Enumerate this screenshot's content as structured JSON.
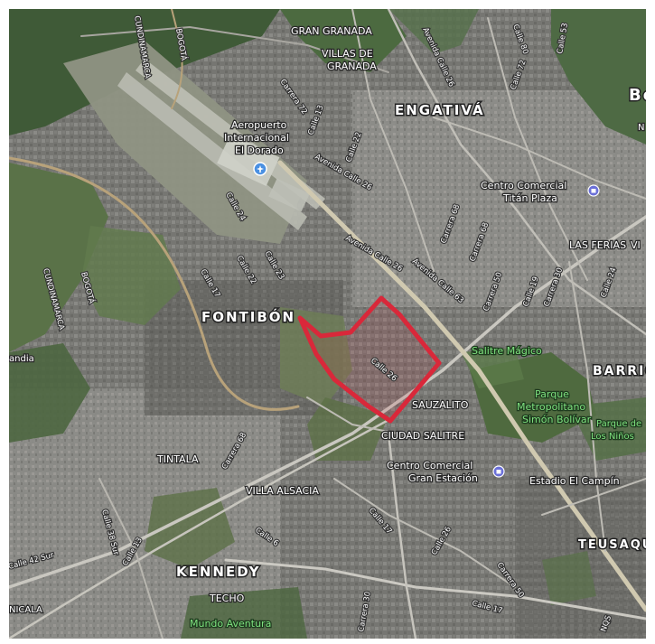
{
  "map": {
    "districts": [
      "ENGATIVÁ",
      "FONTIBÓN",
      "KENNEDY",
      "BARRIOS",
      "TEUSAQU",
      "Bo"
    ],
    "neighborhoods": [
      "GRAN GRANADA",
      "VILLAS DE",
      "GRANADA",
      "LAS FERIAS",
      "VI",
      "SAUZALITO",
      "CIUDAD SALITRE",
      "TINTALA",
      "VILLA ALSACIA",
      "TECHO",
      "NICALA",
      "N",
      "andia"
    ],
    "places": {
      "airport": [
        "Aeropuerto",
        "Internacional",
        "El Dorado"
      ],
      "titan": [
        "Centro Comercial",
        "Titán Plaza"
      ],
      "salitre_magico": "Salitre Mágico",
      "simon_bolivar": [
        "Parque",
        "Metropolitano",
        "Simón Bolívar"
      ],
      "parque_nino": [
        "Parque de",
        "Los Niños"
      ],
      "gran_estacion": [
        "Centro Comercial",
        "Gran Estación"
      ],
      "estadio": "Estadio El Campín",
      "mundo_aventura": "Mundo Aventura"
    },
    "roads": [
      "CUNDINAMARCA",
      "BOGOTÁ",
      "CUNDINAMARCA",
      "BOGOTÁ",
      "Avenida Calle 26",
      "Avenida Calle 26",
      "Calle 24",
      "Calle 22",
      "Calle 17",
      "Calle 23",
      "Calle 13",
      "Avenida Calle 63",
      "Carrera 68",
      "Carrera 50",
      "Carrera 68",
      "Calle 19",
      "Calle 22",
      "Calle 24",
      "Carrera 30",
      "Calle 6",
      "Calle 17",
      "Carrera 68",
      "Calle 38 Sur",
      "Calle 42 Sur",
      "Calle 13",
      "Carrera 30",
      "Calle 26",
      "Calle 17",
      "Calle 80",
      "Calle 53",
      "Avenida Calle 26",
      "Calle 26",
      "NQS",
      "Carrera 50",
      "Calle 72",
      "Carrera 72"
    ],
    "highlight_color": "#d9283a",
    "marker": "airport-icon"
  }
}
